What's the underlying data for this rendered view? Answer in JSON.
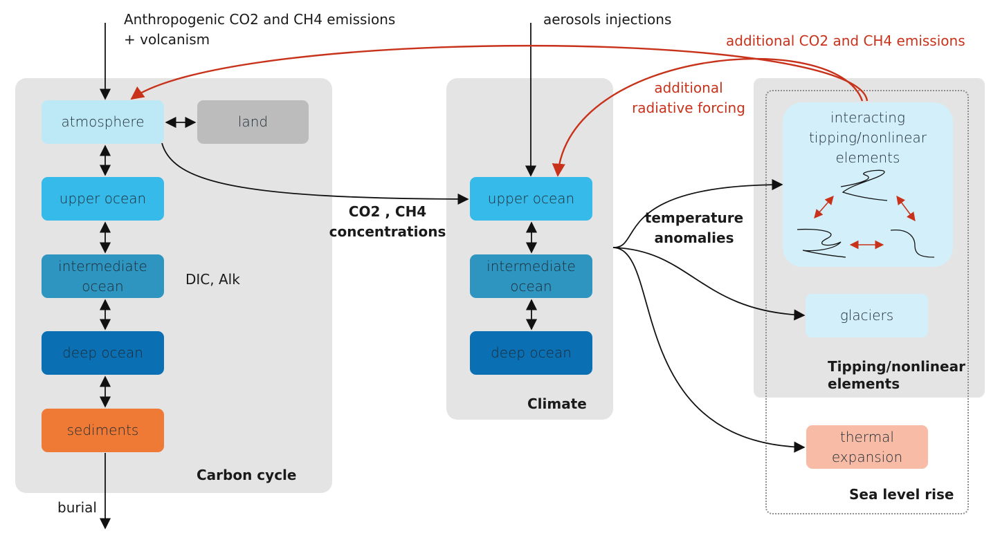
{
  "inputs": {
    "anthropogenic_line1": "Anthropogenic CO2 and CH4 emissions",
    "anthropogenic_line2": "+ volcanism",
    "aerosols": "aerosols injections",
    "additional_emissions": "additional CO2 and CH4 emissions",
    "additional_forcing_line1": "additional",
    "additional_forcing_line2": "radiative forcing",
    "burial": "burial"
  },
  "carbon_cycle": {
    "title": "Carbon cycle",
    "atmosphere": "atmosphere",
    "land": "land",
    "upper_ocean": "upper ocean",
    "intermediate_ocean_line1": "intermediate",
    "intermediate_ocean_line2": "ocean",
    "deep_ocean": "deep ocean",
    "sediments": "sediments",
    "dic_alk": "DIC, Alk"
  },
  "concentrations": {
    "line1": "CO2 , CH4",
    "line2": "concentrations"
  },
  "climate": {
    "title": "Climate",
    "upper_ocean": "upper ocean",
    "intermediate_ocean_line1": "intermediate",
    "intermediate_ocean_line2": "ocean",
    "deep_ocean": "deep ocean"
  },
  "temperature": {
    "line1": "temperature",
    "line2": "anomalies"
  },
  "tipping": {
    "title_line1": "Tipping/nonlinear",
    "title_line2": "elements",
    "interacting_line1": "interacting",
    "interacting_line2": "tipping/nonlinear",
    "interacting_line3": "elements",
    "glaciers": "glaciers"
  },
  "sea_level": {
    "title": "Sea level rise",
    "thermal_line1": "thermal",
    "thermal_line2": "expansion"
  },
  "colors": {
    "panel": "#e4e4e4",
    "atmosphere": "#bde9f7",
    "land": "#bcbcbc",
    "upper_ocean": "#35baea",
    "intermediate_ocean": "#2d95c0",
    "deep_ocean": "#0a6fb3",
    "sediments": "#ef7a35",
    "thermal_expansion": "#f7bba6",
    "feedback_red": "#c8321a"
  }
}
